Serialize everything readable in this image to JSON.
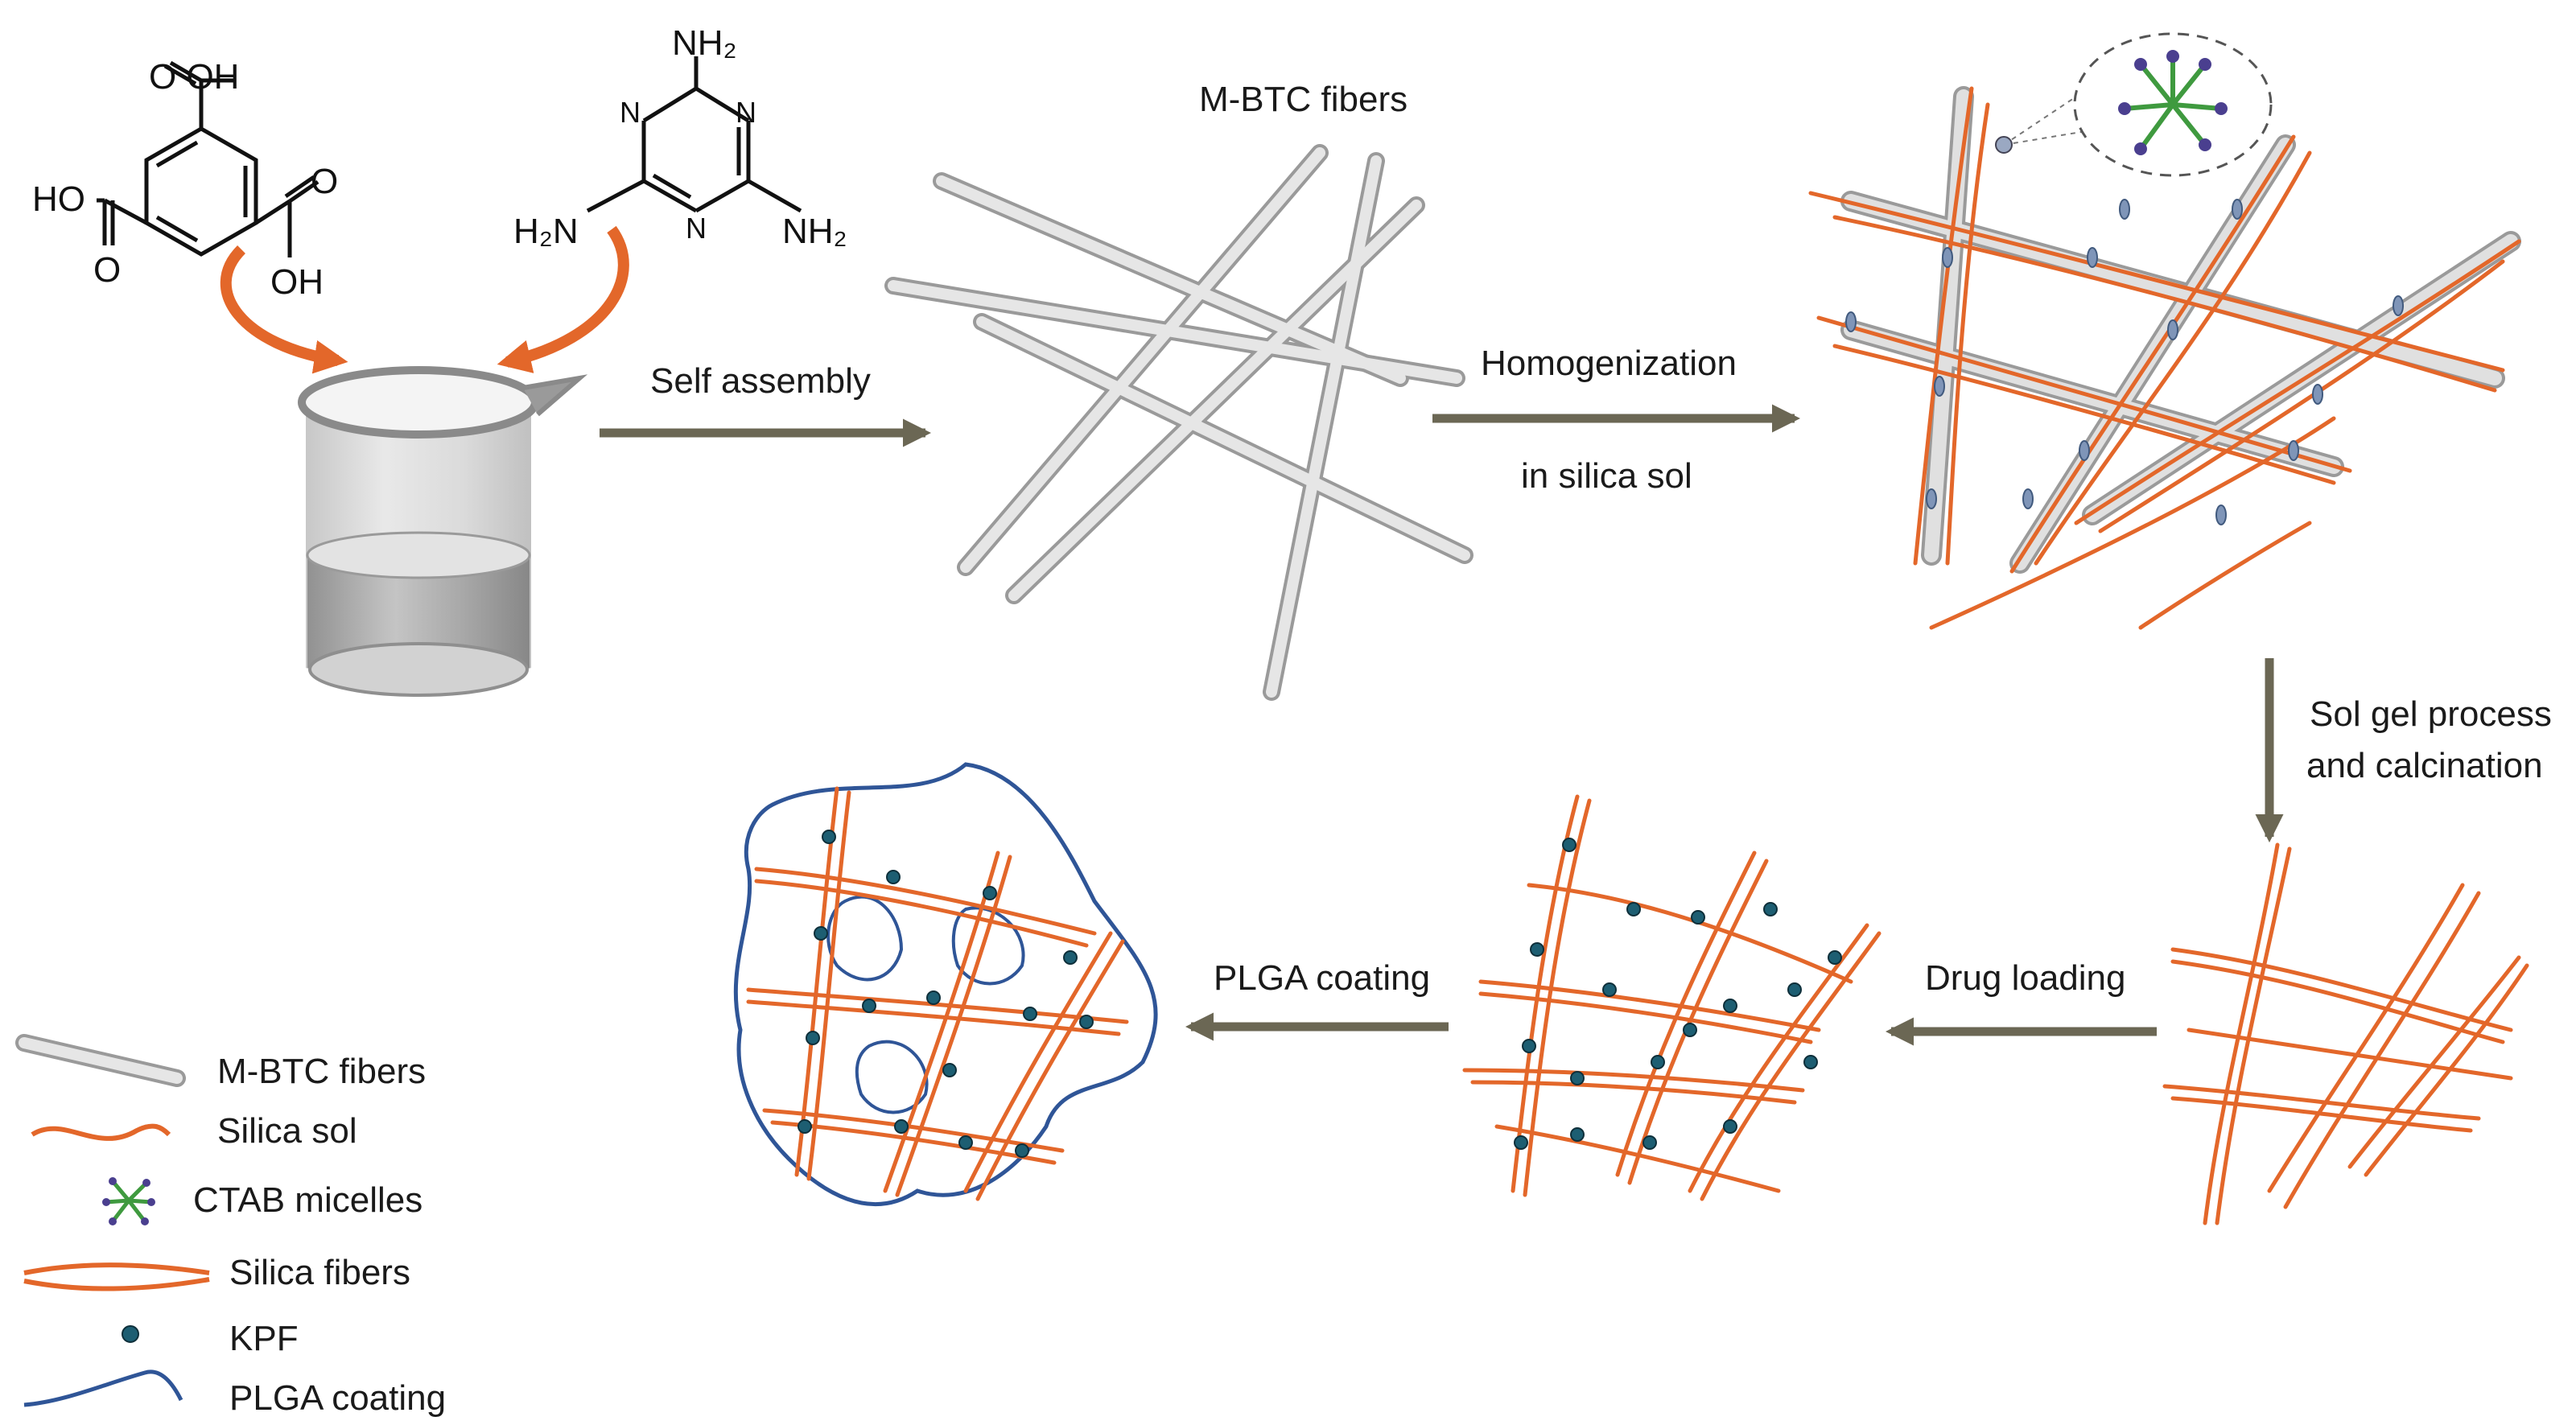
{
  "chemicals": {
    "btc": {
      "oh_top": "O  OH",
      "ho_left": "HO",
      "o_left": "O",
      "o_bottom": "O",
      "oh_bottom": "OH"
    },
    "melamine": {
      "nh2_top": "NH₂",
      "n_ring": "N",
      "h2n_left": "H₂N",
      "nh2_right": "NH₂"
    }
  },
  "steps": {
    "self_assembly": "Self assembly",
    "mbtc_fibers": "M-BTC fibers",
    "homogenization": "Homogenization",
    "in_silica_sol": "in silica sol",
    "sol_gel_1": "Sol gel process",
    "sol_gel_2": "and calcination",
    "drug_loading": "Drug loading",
    "plga_coating": "PLGA coating"
  },
  "legend": [
    {
      "key": "mbtc",
      "label": "M-BTC fibers",
      "icon": "grey-rod-icon"
    },
    {
      "key": "silica_sol",
      "label": "Silica sol",
      "icon": "orange-wave-icon"
    },
    {
      "key": "ctab",
      "label": "CTAB micelles",
      "icon": "green-star-icon"
    },
    {
      "key": "silica_fibers",
      "label": "Silica fibers",
      "icon": "orange-fiber-icon"
    },
    {
      "key": "kpf",
      "label": "KPF",
      "icon": "teal-dot-icon"
    },
    {
      "key": "plga",
      "label": "PLGA coating",
      "icon": "blue-wave-icon"
    }
  ],
  "colors": {
    "orange": "#e3672a",
    "grey_fiber": "#d9d9d9",
    "arrow": "#6b6754",
    "kpf": "#1d5e72",
    "plga": "#2f5597",
    "ctab": "#3f9a3f",
    "ctab_tip": "#4a3f8f"
  }
}
